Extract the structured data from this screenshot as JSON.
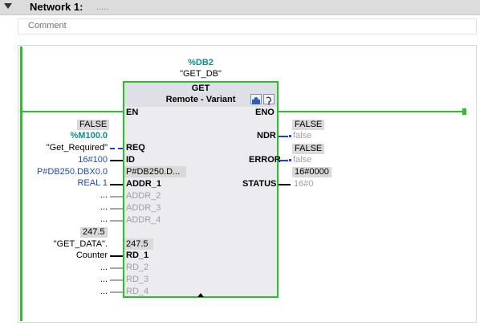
{
  "network": {
    "title": "Network 1:",
    "title_placeholder": ".....",
    "comment_placeholder": "Comment"
  },
  "instance": {
    "db": "%DB2",
    "db_name": "\"GET_DB\""
  },
  "block": {
    "name": "GET",
    "subtitle": "Remote - Variant",
    "en": "EN",
    "eno": "ENO",
    "inputs": [
      {
        "pin": "REQ",
        "tag_value": "FALSE",
        "address": "%M100.0",
        "symbol": "\"Get_Required\""
      },
      {
        "pin": "ID",
        "param": "16#100"
      },
      {
        "pin": "ADDR_1",
        "param_line1": "P#DB250.DBX0.0",
        "param_line2": "REAL 1",
        "value": "P#DB250.D..."
      },
      {
        "pin": "ADDR_2",
        "param": "..."
      },
      {
        "pin": "ADDR_3",
        "param": "..."
      },
      {
        "pin": "ADDR_4",
        "param": "..."
      },
      {
        "pin": "RD_1",
        "tag_value": "247.5",
        "symbol_line1": "\"GET_DATA\".",
        "symbol_line2": "Counter",
        "value": "247.5"
      },
      {
        "pin": "RD_2",
        "param": "..."
      },
      {
        "pin": "RD_3",
        "param": "..."
      },
      {
        "pin": "RD_4",
        "param": "..."
      }
    ],
    "outputs": [
      {
        "pin": "NDR",
        "box_value": "FALSE",
        "value": "false"
      },
      {
        "pin": "ERROR",
        "box_value": "FALSE",
        "value": "false"
      },
      {
        "pin": "STATUS",
        "box_value": "16#0000",
        "value": "16#0"
      }
    ]
  },
  "icons": [
    "collapse-triangle-icon",
    "block-info-icon",
    "block-help-icon",
    "expand-pins-icon"
  ]
}
